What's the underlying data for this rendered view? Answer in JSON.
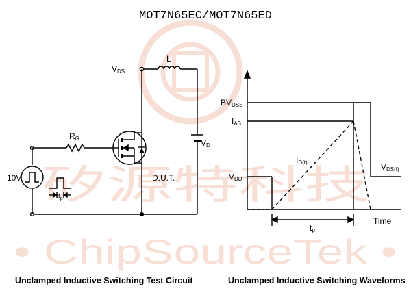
{
  "header": {
    "part_number": "MOT7N65EC/MOT7N65ED"
  },
  "watermark": {
    "chinese_text": "矽源特科技",
    "english_text": "• ChipSourceTek •",
    "color": "#f2c6b4"
  },
  "circuit": {
    "vds_label": "V",
    "vds_sub": "DS",
    "inductor_label": "L",
    "rg_label": "R",
    "rg_sub": "G",
    "vd_label": "V",
    "vd_sub": "D",
    "dut_label": "D.U.T.",
    "source_label": "10V",
    "tp_label": "t",
    "tp_sub": "p",
    "caption": "Unclamped Inductive Switching Test Circuit"
  },
  "waveform": {
    "bvdss_label": "BV",
    "bvdss_sub": "DSS",
    "ias_label": "I",
    "ias_sub": "AS",
    "vdd_label": "V",
    "vdd_sub": "DD",
    "id_label": "I",
    "id_sub": "D(t)",
    "vds_label": "V",
    "vds_sub": "DS(t)",
    "time_label": "Time",
    "tp_label": "t",
    "tp_sub": "p",
    "caption": "Unclamped Inductive Switching Waveforms"
  }
}
